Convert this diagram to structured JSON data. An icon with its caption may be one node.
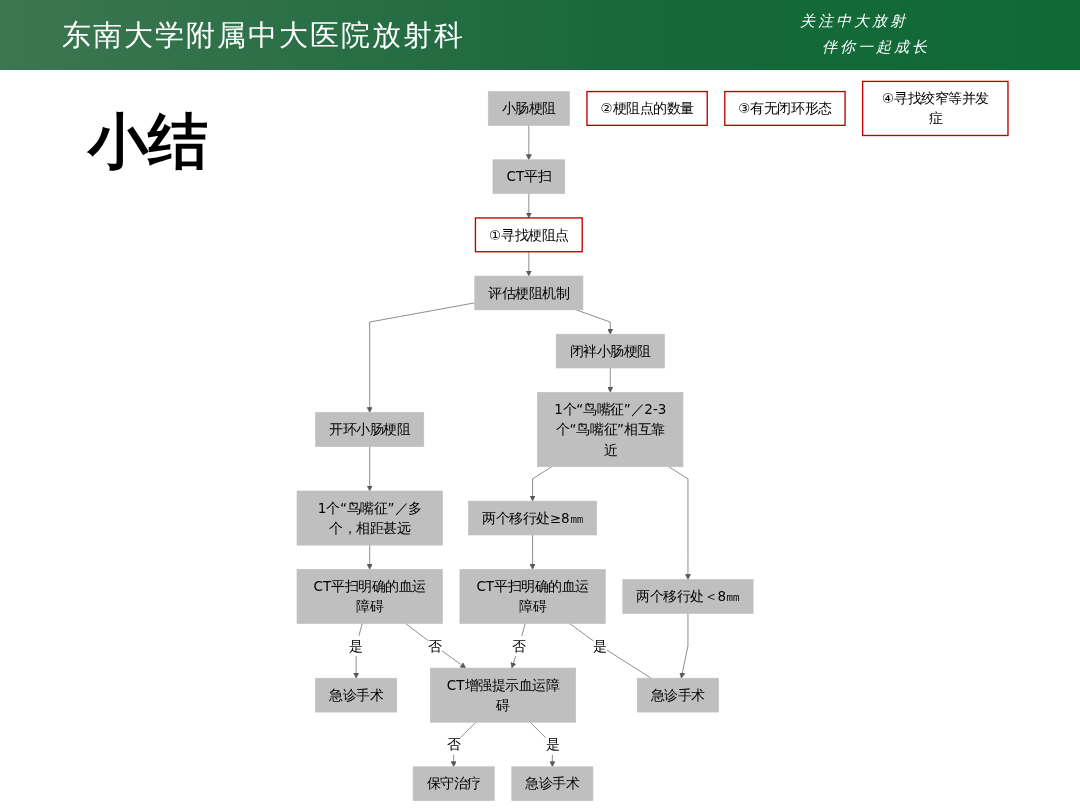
{
  "diagram": {
    "title": "小结",
    "nodes": [
      {
        "text": [
          "小肠梗阻"
        ]
      },
      {
        "text": [
          "CT平扫"
        ]
      },
      {
        "text": [
          "①寻找梗阻点"
        ]
      },
      {
        "text": [
          "评估梗阻机制"
        ]
      },
      {
        "text": [
          "开环小肠梗阻"
        ]
      },
      {
        "text": [
          "闭袢小肠梗阻"
        ]
      },
      {
        "text": [
          "1个“鸟嘴征”／多个，相距甚远"
        ]
      },
      {
        "text": [
          "②梗阻点的数量"
        ]
      },
      {
        "text": [
          "③有无闭环形态"
        ]
      },
      {
        "text": [
          "1个“鸟嘴征”／2-3个“鸟嘴征”相互靠近"
        ]
      },
      {
        "text": [
          "两个移行处≥8㎜"
        ]
      },
      {
        "text": [
          "两个移行处＜8㎜"
        ]
      },
      {
        "text": [
          "CT平扫明确的血运障碍"
        ]
      },
      {
        "text": [
          "④寻找绞窄等并发症"
        ]
      },
      {
        "text": [
          "CT平扫明确的血运障碍"
        ]
      },
      {
        "text": [
          "CT增强提示血运障碍"
        ]
      },
      {
        "text": [
          "急诊手术"
        ]
      },
      {
        "text": [
          "保守治疗"
        ]
      },
      {
        "text": [
          "急诊手术"
        ]
      },
      {
        "text": [
          "急诊手术"
        ]
      }
    ],
    "edges": [
      {
        "from": 0,
        "to": 1,
        "arrow": "to"
      },
      {
        "from": 1,
        "to": 2,
        "arrow": "to"
      },
      {
        "from": 2,
        "to": 3,
        "arrow": "to"
      },
      {
        "from": 3,
        "to": 4,
        "arrow": "to"
      },
      {
        "from": 3,
        "to": 5,
        "arrow": "to"
      },
      {
        "from": 4,
        "to": 6,
        "arrow": "to"
      },
      {
        "from": 5,
        "to": 9,
        "arrow": "to"
      },
      {
        "from": 6,
        "to": 12,
        "arrow": "to"
      },
      {
        "from": 9,
        "to": 10,
        "arrow": "to"
      },
      {
        "from": 9,
        "to": 11,
        "arrow": "to"
      },
      {
        "from": 12,
        "to": 16,
        "label": "是",
        "arrow": "to"
      },
      {
        "from": 12,
        "to": 15,
        "label": "否",
        "arrow": "to"
      },
      {
        "from": 10,
        "to": 14,
        "arrow": "to"
      },
      {
        "from": 14,
        "to": 15,
        "label": "否",
        "arrow": "to"
      },
      {
        "from": 14,
        "to": 19,
        "label": "是",
        "arrow": "none"
      },
      {
        "from": 11,
        "to": 19,
        "arrow": "to"
      },
      {
        "from": 15,
        "to": 17,
        "label": "否",
        "arrow": "to"
      },
      {
        "from": 15,
        "to": 18,
        "label": "是",
        "arrow": "to"
      }
    ],
    "labels": [
      "东南大学附属中大医院放射科",
      "关注中大放射",
      "伴你一起成长"
    ]
  }
}
